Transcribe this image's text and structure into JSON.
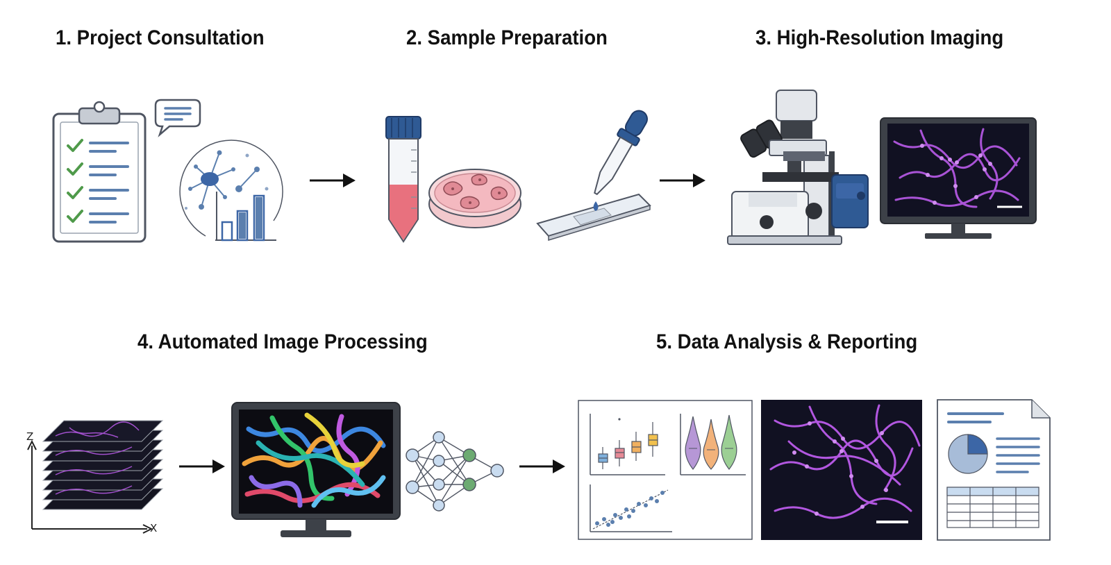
{
  "steps": [
    {
      "number": "1.",
      "title": "Project Consultation"
    },
    {
      "number": "2.",
      "title": "Sample Preparation"
    },
    {
      "number": "3.",
      "title": "High-Resolution Imaging"
    },
    {
      "number": "4.",
      "title": "Automated Image Processing"
    },
    {
      "number": "5.",
      "title": "Data Analysis & Reporting"
    }
  ],
  "labels": {
    "step1": "1. Project Consultation",
    "step2": "2. Sample Preparation",
    "step3": "3. High-Resolution Imaging",
    "step4": "4. Automated Image Processing",
    "step5": "5. Data Analysis & Reporting",
    "axis_z": "Z",
    "axis_x": "X"
  },
  "colors": {
    "heading": "#111111",
    "line_blue": "#5b7fae",
    "check_green": "#4f9a4a",
    "tube_cap": "#2f5a94",
    "media_pink": "#e8717e",
    "screen_dark": "#111122",
    "filament_purple": "#b257e0"
  },
  "icons": [
    "clipboard-checklist-icon",
    "speech-bubble-icon",
    "neuron-network-icon",
    "bar-chart-icon",
    "conical-tube-icon",
    "petri-dish-icon",
    "dropper-icon",
    "microscope-slide-icon",
    "microscope-icon",
    "monitor-icon",
    "image-stack-icon",
    "segmentation-monitor-icon",
    "neural-network-icon",
    "box-plot-icon",
    "violin-plot-icon",
    "scatter-plot-icon",
    "report-document-icon",
    "arrow-right-icon"
  ]
}
